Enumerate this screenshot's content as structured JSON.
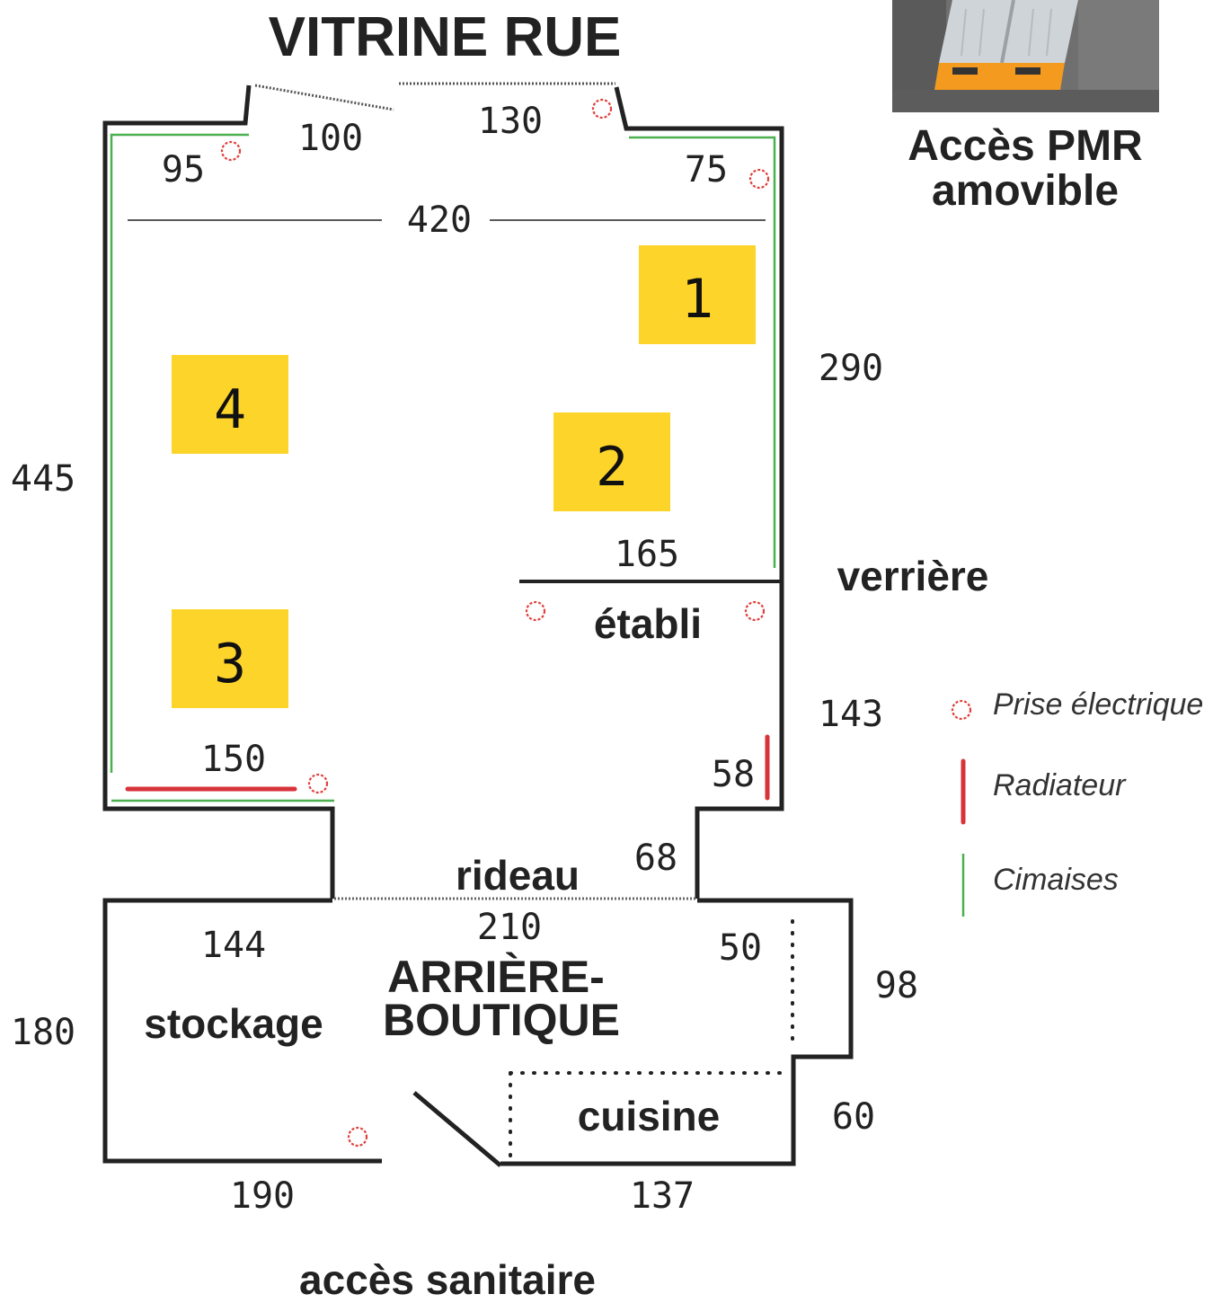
{
  "title": "VITRINE RUE",
  "pmr": {
    "line1": "Accès PMR",
    "line2": "amovible",
    "photo_icon": "ramp-photo"
  },
  "dimensions": {
    "d100": "100",
    "d130": "130",
    "d95": "95",
    "d75": "75",
    "d420": "420",
    "d290": "290",
    "d445": "445",
    "d165": "165",
    "d143": "143",
    "d150": "150",
    "d58": "58",
    "d68": "68",
    "d210": "210",
    "d144": "144",
    "d50": "50",
    "d98": "98",
    "d180": "180",
    "d60": "60",
    "d190": "190",
    "d137": "137"
  },
  "labels": {
    "verriere": "verrière",
    "etabli": "établi",
    "rideau": "rideau",
    "arriere1": "ARRIÈRE-",
    "arriere2": "BOUTIQUE",
    "stockage": "stockage",
    "cuisine": "cuisine",
    "acces_sanitaire": "accès sanitaire"
  },
  "zones": [
    "1",
    "2",
    "3",
    "4"
  ],
  "legend": {
    "prise": "Prise électrique",
    "radiateur": "Radiateur",
    "cimaises": "Cimaises"
  },
  "colors": {
    "wall": "#222222",
    "zone": "#FDD52A",
    "outlet": "#E0403C",
    "radiator": "#D8333A",
    "cimaise": "#4CAF50"
  }
}
